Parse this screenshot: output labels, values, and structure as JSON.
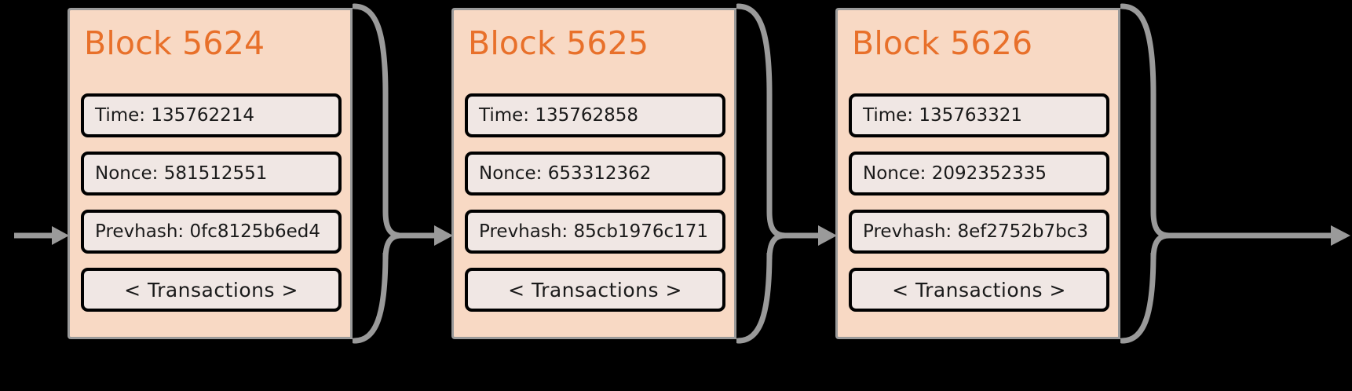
{
  "diagram": {
    "title": "blockchain-block-chain",
    "colors": {
      "background": "#000000",
      "block_fill": "#f8d9c4",
      "block_border": "#9a9a9a",
      "title_text": "#e8702a",
      "field_fill": "#f0e7e4",
      "field_border": "#000000",
      "arrow": "#9a9a9a"
    },
    "field_labels": {
      "time": "Time:",
      "nonce": "Nonce:",
      "prevhash": "Prevhash:"
    },
    "transactions_label": "< Transactions >",
    "blocks": [
      {
        "title": "Block 5624",
        "time": "Time: 135762214",
        "nonce": "Nonce: 581512551",
        "prevhash": "Prevhash: 0fc8125b6ed4",
        "transactions": "< Transactions >"
      },
      {
        "title": "Block 5625",
        "time": "Time: 135762858",
        "nonce": "Nonce: 653312362",
        "prevhash": "Prevhash: 85cb1976c171",
        "transactions": "< Transactions >"
      },
      {
        "title": "Block 5626",
        "time": "Time: 135763321",
        "nonce": "Nonce: 2092352335",
        "prevhash": "Prevhash: 8ef2752b7bc3",
        "transactions": "< Transactions >"
      }
    ],
    "arrows": {
      "incoming": "arrow-into-block-5624",
      "between_1_2": "arrow-block-5624-to-5625",
      "between_2_3": "arrow-block-5625-to-5626",
      "outgoing": "arrow-out-of-block-5626"
    }
  }
}
